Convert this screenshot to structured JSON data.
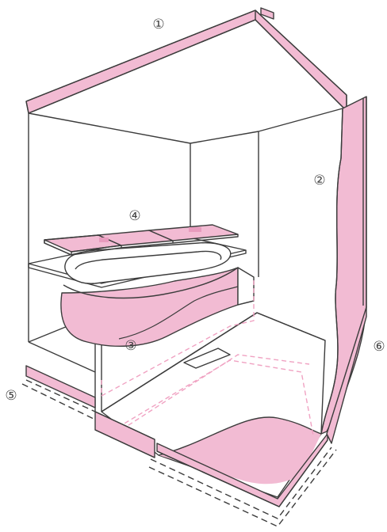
{
  "labels": {
    "roof_insulation": "①",
    "wall_insulation": "②",
    "tub_insulation": "③",
    "lid_insulation": "④",
    "floor_edge_insulation": "⑤",
    "floor_corner_insulation": "⑥"
  },
  "colors": {
    "insulation": "#F2BBD3",
    "insulation_dark": "#E79BBD",
    "line": "#3C3C3C",
    "dash": "#F0A2C2"
  }
}
